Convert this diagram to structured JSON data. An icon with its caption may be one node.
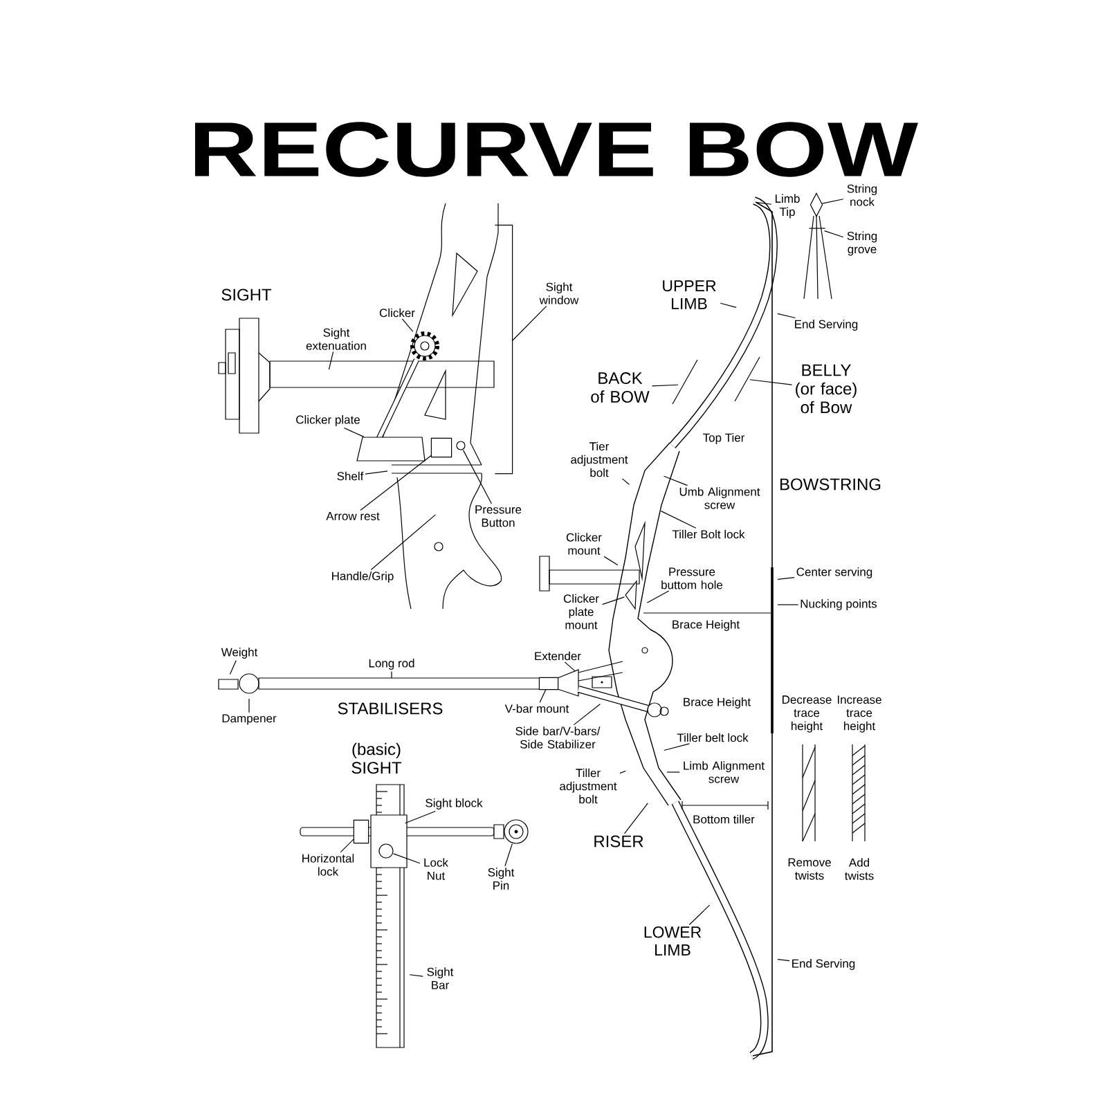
{
  "diagram": {
    "title": "RECURVE BOW",
    "nodes": [
      {
        "text": [
          "Limb Tip"
        ]
      },
      {
        "text": [
          "String nock"
        ]
      },
      {
        "text": [
          "String grove"
        ]
      },
      {
        "text": [
          "Sight window"
        ]
      },
      {
        "text": [
          "UPPER LIMB"
        ]
      },
      {
        "text": [
          "Clicker"
        ]
      },
      {
        "text": [
          "End Serving"
        ]
      },
      {
        "text": [
          "Sight extenuation"
        ]
      },
      {
        "text": [
          "BACK of BOW"
        ]
      },
      {
        "text": [
          "BELLY (or face) of Bow"
        ]
      },
      {
        "text": [
          "Clicker plate"
        ]
      },
      {
        "text": [
          "Tier adjustment bolt"
        ]
      },
      {
        "text": [
          "Shelf"
        ]
      },
      {
        "text": [
          "Umb Alignment screw"
        ]
      },
      {
        "text": [
          "Pressure Button"
        ]
      },
      {
        "text": [
          "Arrow rest"
        ]
      },
      {
        "text": [
          "Tiller Bolt lock"
        ]
      },
      {
        "text": [
          "Clicker mount"
        ]
      },
      {
        "text": [
          "Handle/Grip"
        ]
      },
      {
        "text": [
          "Center serving"
        ]
      },
      {
        "text": [
          "Pressure buttom hole"
        ]
      },
      {
        "text": [
          "Nucking points"
        ]
      },
      {
        "text": [
          "Clicker plate mount"
        ]
      },
      {
        "text": [
          "Weight"
        ]
      },
      {
        "text": [
          "Extender"
        ]
      },
      {
        "text": [
          "Long rod"
        ]
      },
      {
        "text": [
          "V-bar mount"
        ]
      },
      {
        "text": [
          "Dampener"
        ]
      },
      {
        "text": [
          "Tiller belt lock"
        ]
      },
      {
        "text": [
          "Side bar/V-bars/ Side Stabilizer"
        ]
      },
      {
        "text": [
          "Limb Alignment screw"
        ]
      },
      {
        "text": [
          "Tiller adjustment bolt"
        ]
      },
      {
        "text": [
          "Sight block"
        ]
      },
      {
        "text": [
          "RISER"
        ]
      },
      {
        "text": [
          "Horizontal lock"
        ]
      },
      {
        "text": [
          "Lock Nut"
        ]
      },
      {
        "text": [
          "Sight Pin"
        ]
      },
      {
        "text": [
          "LOWER LIMB"
        ]
      },
      {
        "text": [
          "End Serving"
        ]
      },
      {
        "text": [
          "Sight Bar"
        ]
      },
      {
        "text": [],
        "shape": "diamond"
      },
      {
        "text": [],
        "shape": "bar"
      },
      {
        "text": [],
        "shape": "bracket"
      },
      {
        "text": [],
        "shape": "gear"
      },
      {
        "text": [],
        "shape": "triangle"
      },
      {
        "text": [],
        "shape": "circle"
      },
      {
        "text": [],
        "shape": "triangle"
      },
      {
        "text": [],
        "shape": "box"
      },
      {
        "text": [],
        "shape": "box"
      },
      {
        "text": [],
        "shape": "circle"
      },
      {
        "text": [],
        "shape": "circle"
      },
      {
        "text": [],
        "shape": "box"
      }
    ],
    "edges": [
      {
        "from": 0,
        "to": null,
        "arrow": "none"
      },
      {
        "from": 1,
        "to": 40,
        "arrow": "none"
      },
      {
        "from": 2,
        "to": 41,
        "arrow": "none"
      },
      {
        "from": 3,
        "to": 42,
        "arrow": "none"
      },
      {
        "from": 4,
        "to": null,
        "arrow": "none"
      },
      {
        "from": 5,
        "to": 43,
        "arrow": "none"
      },
      {
        "from": 6,
        "to": null,
        "arrow": "none"
      },
      {
        "from": 7,
        "to": null,
        "arrow": "none"
      },
      {
        "from": 8,
        "to": null,
        "arrow": "none"
      },
      {
        "from": 9,
        "to": null,
        "arrow": "none"
      },
      {
        "from": 10,
        "to": 44,
        "arrow": "none"
      },
      {
        "from": 11,
        "to": null,
        "arrow": "none"
      },
      {
        "from": 12,
        "to": null,
        "arrow": "none"
      },
      {
        "from": 13,
        "to": null,
        "arrow": "none"
      },
      {
        "from": 14,
        "to": 45,
        "arrow": "none"
      },
      {
        "from": 15,
        "to": 51,
        "arrow": "none"
      },
      {
        "from": 16,
        "to": null,
        "arrow": "none"
      },
      {
        "from": 17,
        "to": null,
        "arrow": "none"
      },
      {
        "from": 18,
        "to": null,
        "arrow": "none"
      },
      {
        "from": 19,
        "to": null,
        "arrow": "none"
      },
      {
        "from": 20,
        "to": null,
        "arrow": "none"
      },
      {
        "from": 21,
        "to": null,
        "arrow": "none"
      },
      {
        "from": 22,
        "to": 46,
        "arrow": "none"
      },
      {
        "from": 23,
        "to": null,
        "arrow": "none"
      },
      {
        "from": 24,
        "to": null,
        "arrow": "none"
      },
      {
        "from": 25,
        "to": null,
        "arrow": "none"
      },
      {
        "from": 26,
        "to": 47,
        "arrow": "none"
      },
      {
        "from": 27,
        "to": null,
        "arrow": "none"
      },
      {
        "from": 28,
        "to": null,
        "arrow": "none"
      },
      {
        "from": 29,
        "to": null,
        "arrow": "none"
      },
      {
        "from": 30,
        "to": null,
        "arrow": "none"
      },
      {
        "from": 31,
        "to": null,
        "arrow": "none"
      },
      {
        "from": 32,
        "to": null,
        "arrow": "none"
      },
      {
        "from": 33,
        "to": null,
        "arrow": "none"
      },
      {
        "from": 34,
        "to": 48,
        "arrow": "none"
      },
      {
        "from": 35,
        "to": 49,
        "arrow": "none"
      },
      {
        "from": 36,
        "to": 50,
        "arrow": "none"
      },
      {
        "from": 37,
        "to": null,
        "arrow": "none"
      },
      {
        "from": 38,
        "to": null,
        "arrow": "none"
      },
      {
        "from": 39,
        "to": null,
        "arrow": "none"
      }
    ],
    "labels": [
      "SIGHT",
      "Top Tier",
      "BOWSTRING",
      "Brace Height",
      "STABILISERS",
      "Brace Height",
      "Decrease trace height",
      "Increase trace height",
      "(basic) SIGHT",
      "Bottom tiller",
      "Remove twists",
      "Add twists"
    ]
  }
}
